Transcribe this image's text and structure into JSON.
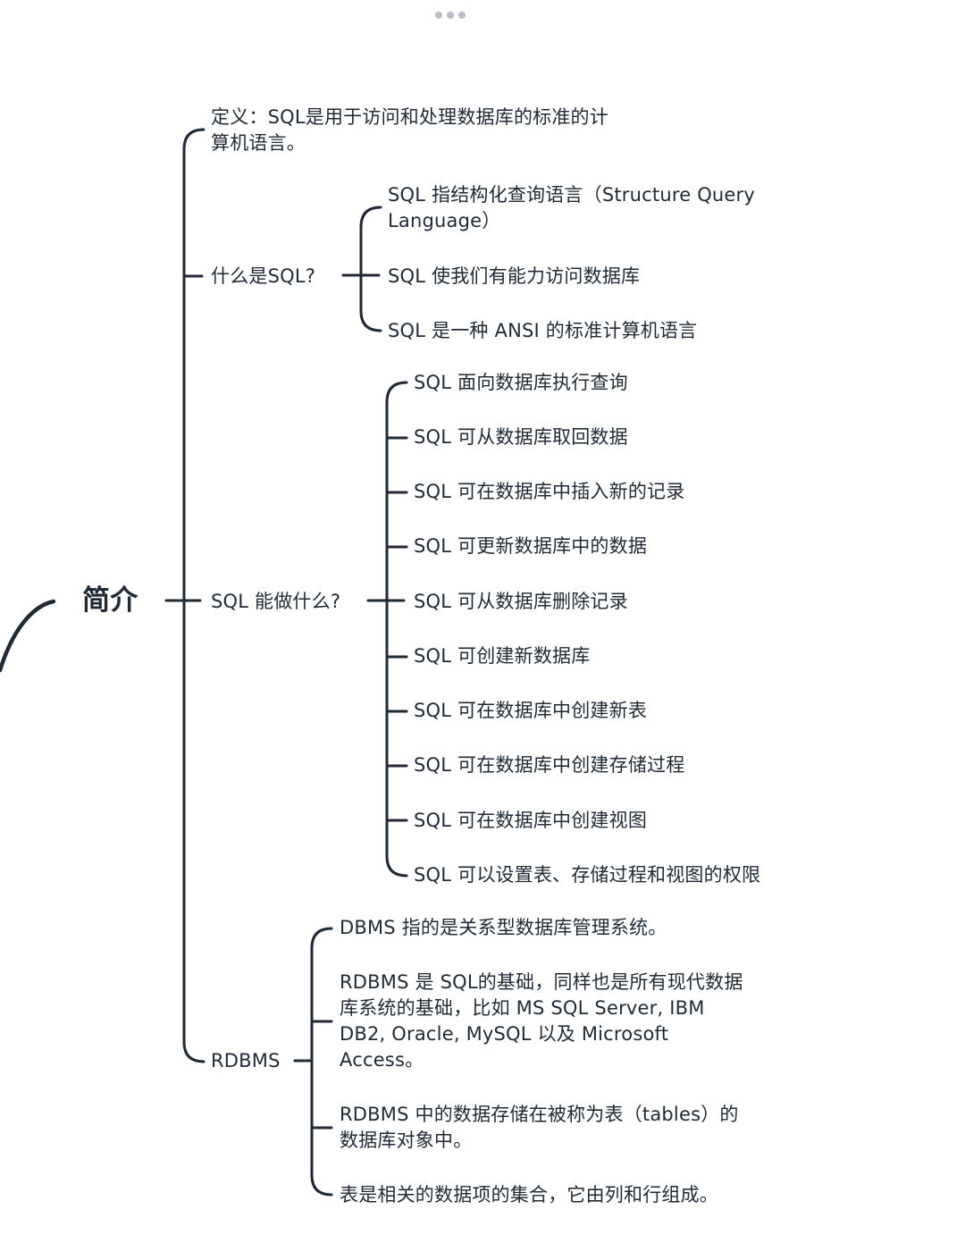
{
  "window": {
    "dots_icon": "more-dots-icon"
  },
  "mindmap": {
    "root": "简介",
    "definition": {
      "line1": "定义：SQL是用于访问和处理数据库的标准的计",
      "line2": "算机语言。"
    },
    "what_is_sql": {
      "label": "什么是SQL?",
      "items": [
        {
          "line1": "SQL 指结构化查询语言（Structure Query",
          "line2": "Language）"
        },
        {
          "text": "SQL 使我们有能力访问数据库"
        },
        {
          "text": "SQL 是一种 ANSI 的标准计算机语言"
        }
      ]
    },
    "what_can_sql_do": {
      "label": "SQL 能做什么?",
      "items": [
        "SQL 面向数据库执行查询",
        "SQL 可从数据库取回数据",
        "SQL 可在数据库中插入新的记录",
        "SQL 可更新数据库中的数据",
        "SQL 可从数据库删除记录",
        "SQL 可创建新数据库",
        "SQL 可在数据库中创建新表",
        "SQL 可在数据库中创建存储过程",
        "SQL 可在数据库中创建视图",
        "SQL 可以设置表、存储过程和视图的权限"
      ]
    },
    "rdbms": {
      "label": "RDBMS",
      "items": [
        {
          "lines": [
            "DBMS 指的是关系型数据库管理系统。"
          ]
        },
        {
          "lines": [
            "RDBMS 是 SQL的基础，同样也是所有现代数据",
            "库系统的基础，比如 MS SQL Server, IBM",
            "DB2, Oracle, MySQL 以及 Microsoft",
            "Access。"
          ]
        },
        {
          "lines": [
            "RDBMS 中的数据存储在被称为表（tables）的",
            "数据库对象中。"
          ]
        },
        {
          "lines": [
            "表是相关的数据项的集合，它由列和行组成。"
          ]
        }
      ]
    }
  }
}
